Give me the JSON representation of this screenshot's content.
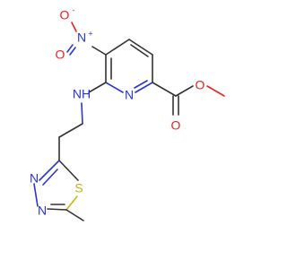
{
  "colors": {
    "carbon": "#333333",
    "nitrogen": "#2b35d8",
    "oxygen": "#e8231d",
    "sulfur": "#c9b315",
    "background": "#ffffff"
  },
  "atoms": {
    "nitro_oxygen": {
      "symbol": "O",
      "charge": "-"
    },
    "nitro_nitrogen": {
      "symbol": "N",
      "charge": "+"
    },
    "nitro_double_oxygen": {
      "symbol": "O"
    },
    "pyridine_nitrogen": {
      "symbol": "N"
    },
    "amine": {
      "symbol": "NH"
    },
    "ester_single_oxygen": {
      "symbol": "O"
    },
    "ester_carbonyl_oxygen": {
      "symbol": "O"
    },
    "thiadiazole_sulfur": {
      "symbol": "S"
    },
    "thiadiazole_nitrogen_1": {
      "symbol": "N"
    },
    "thiadiazole_nitrogen_2": {
      "symbol": "N"
    }
  }
}
